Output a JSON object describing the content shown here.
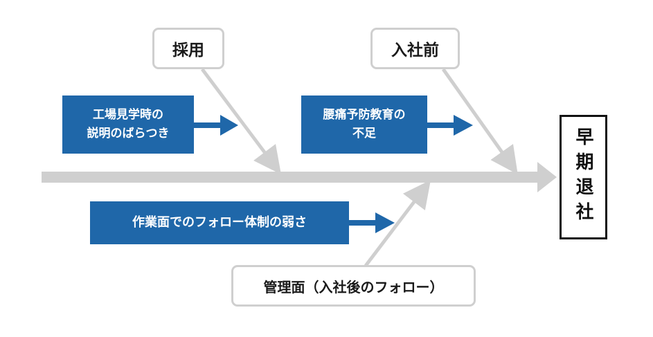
{
  "effect": {
    "label": "早期退社"
  },
  "categories": {
    "recruitment": {
      "label": "採用"
    },
    "pre_joining": {
      "label": "入社前"
    },
    "management": {
      "label": "管理面（入社後のフォロー）"
    }
  },
  "causes": {
    "factory_tour": {
      "label": "工場見学時の\n説明のばらつき"
    },
    "back_pain": {
      "label": "腰痛予防教育の\n不足"
    },
    "work_followup": {
      "label": "作業面でのフォロー体制の弱さ"
    }
  },
  "colors": {
    "spine": "#cfcfcf",
    "category_border": "#cfcfcf",
    "cause_box": "#1f67a9",
    "cause_arrow": "#1f67a9",
    "effect_border": "#111111"
  }
}
